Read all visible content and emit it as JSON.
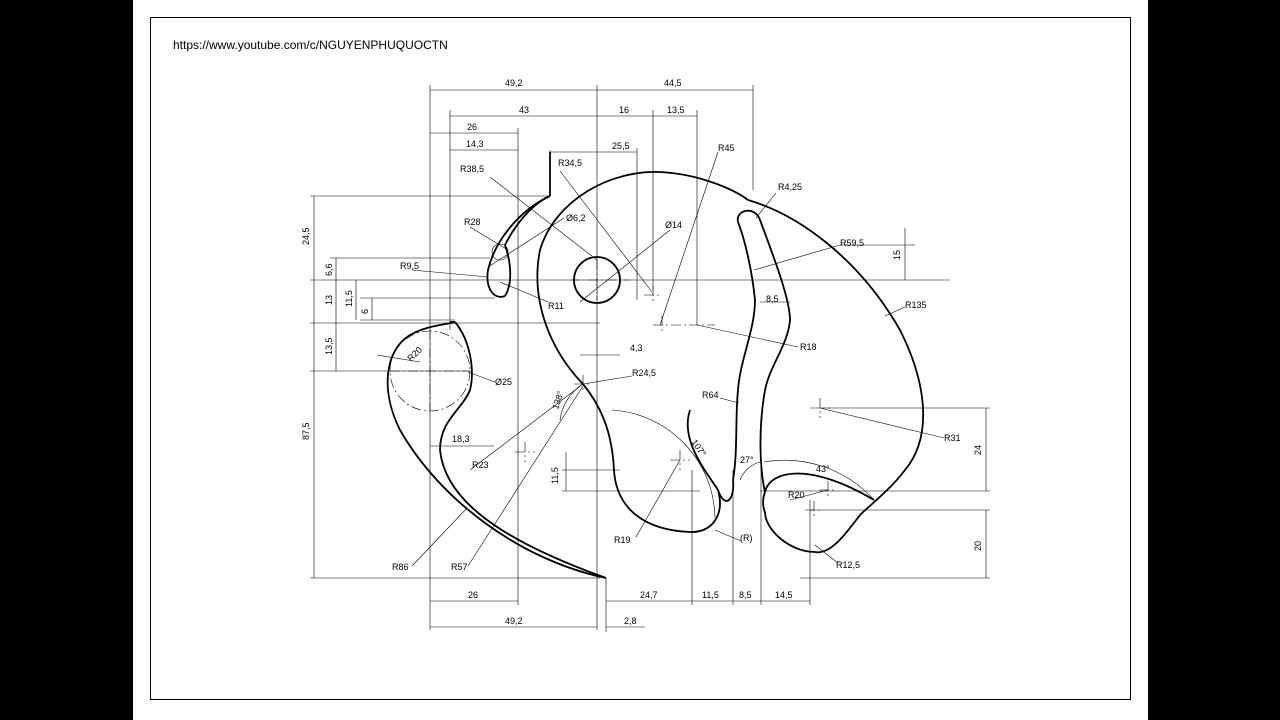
{
  "header": {
    "url": "https://www.youtube.com/c/NGUYENPHUQUOCTN"
  },
  "dimensions": {
    "top_49_2": "49,2",
    "top_44_5": "44,5",
    "top_43": "43",
    "top_16": "16",
    "top_13_5": "13,5",
    "top_26": "26",
    "top_14_3": "14,3",
    "top_25_5": "25,5",
    "left_24_5": "24,5",
    "left_6_6": "6,6",
    "left_13": "13",
    "left_11_5": "11,5",
    "left_6": "6",
    "left_13_5": "13,5",
    "left_87_5": "87,5",
    "right_15": "15",
    "right_24": "24",
    "right_20": "20",
    "bottom_26": "26",
    "bottom_49_2": "49,2",
    "bottom_2_8": "2,8",
    "bottom_24_7": "24,7",
    "bottom_11_5": "11,5",
    "bottom_8_5": "8,5",
    "bottom_14_5": "14,5",
    "mid_18_3": "18,3",
    "mid_4_3": "4,3",
    "mid_11_5": "11,5",
    "mid_8_5": "8,5"
  },
  "radii": {
    "r38_5": "R38,5",
    "r34_5": "R34,5",
    "r45": "R45",
    "r4_25": "R4,25",
    "r28": "R28",
    "d6_2": "Ø6,2",
    "d14": "Ø14",
    "r59_5": "R59,5",
    "r9_5": "R9,5",
    "r11": "R11",
    "r135": "R135",
    "r18": "R18",
    "r20a": "R20",
    "d25": "Ø25",
    "r24_5": "R24,5",
    "r64": "R64",
    "r31": "R31",
    "r23": "R23",
    "r19": "R19",
    "rR": "(R)",
    "r20b": "R20",
    "r12_5": "R12,5",
    "r86": "R86",
    "r57": "R57"
  },
  "angles": {
    "a138": "138°",
    "a107": "107°",
    "a27": "27°",
    "a43": "43°"
  }
}
